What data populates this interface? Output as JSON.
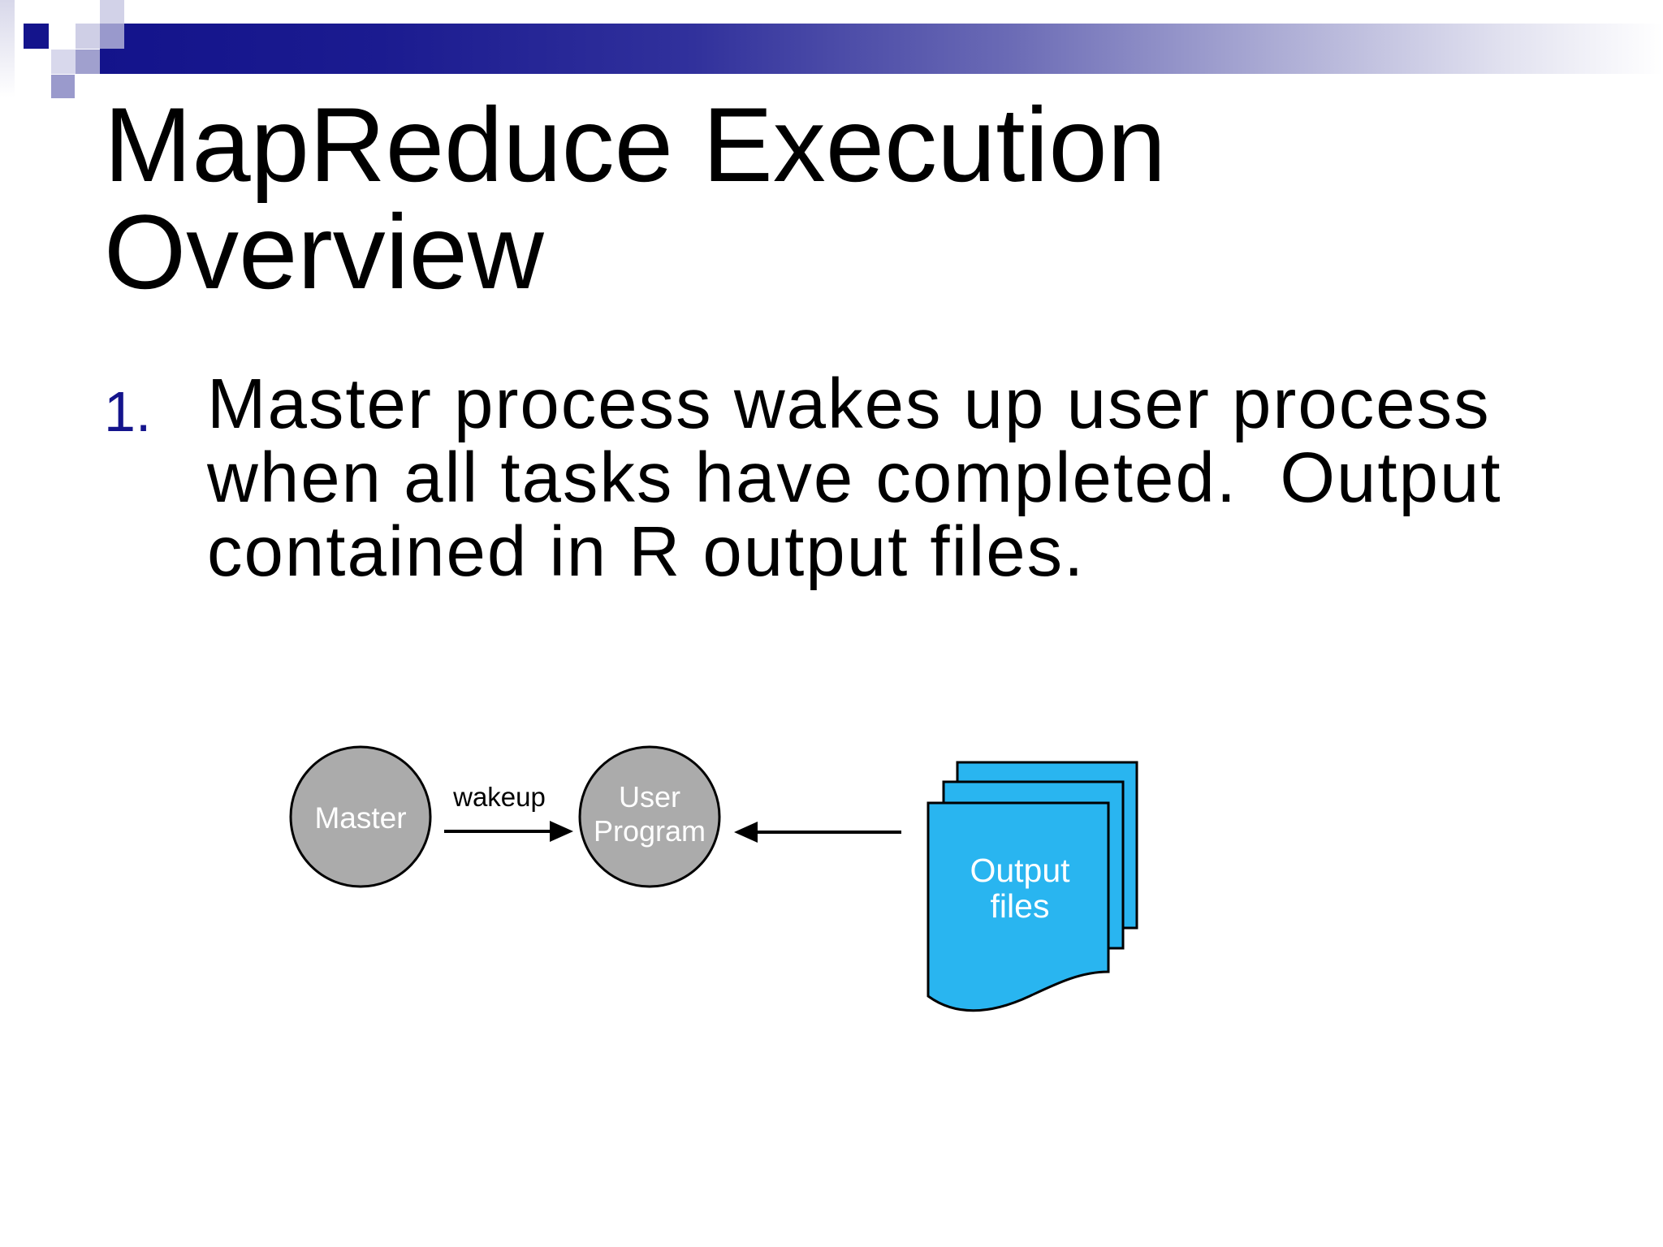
{
  "slide": {
    "title": "MapReduce Execution Overview",
    "bullet": {
      "number": "1.",
      "text": "Master process wakes up user process when all tasks have completed.  Output contained in R output files."
    }
  },
  "diagram": {
    "master_label": "Master",
    "wakeup_label": "wakeup",
    "user_program_label_line1": "User",
    "user_program_label_line2": "Program",
    "output_files_label_line1": "Output",
    "output_files_label_line2": "files"
  },
  "colors": {
    "accent_navy": "#14148C",
    "node_gray": "#ABABAB",
    "file_cyan": "#29B5F0"
  }
}
